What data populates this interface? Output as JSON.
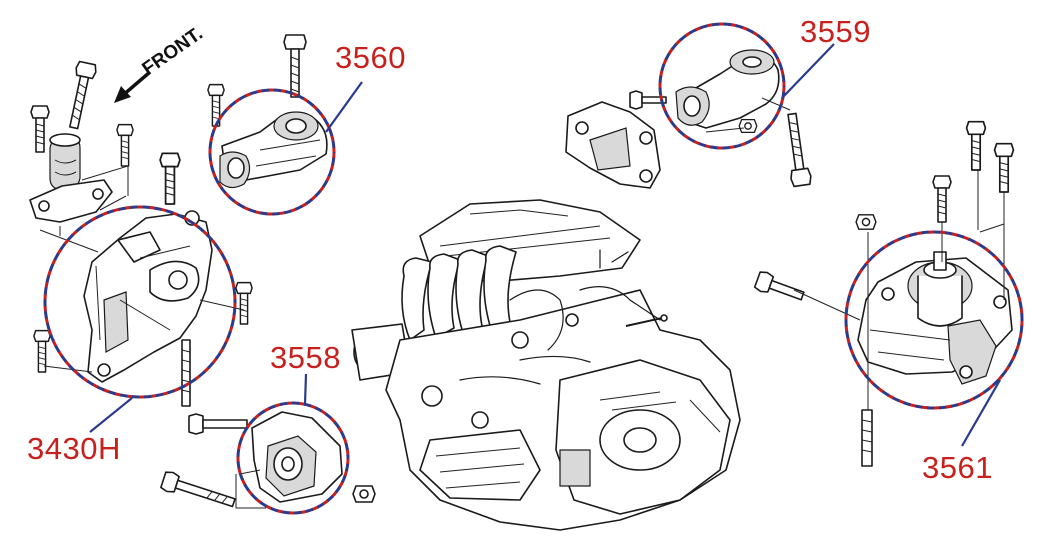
{
  "colors": {
    "label": "#c8201c",
    "ring_red": "#c8201c",
    "ring_blue": "#2a3a8c",
    "line": "#1a1a1a"
  },
  "front_label": "FRONT.",
  "parts": [
    {
      "id": "3560",
      "label": "3560"
    },
    {
      "id": "3559",
      "label": "3559"
    },
    {
      "id": "3558",
      "label": "3558"
    },
    {
      "id": "3430H",
      "label": "3430H"
    },
    {
      "id": "3561",
      "label": "3561"
    }
  ]
}
